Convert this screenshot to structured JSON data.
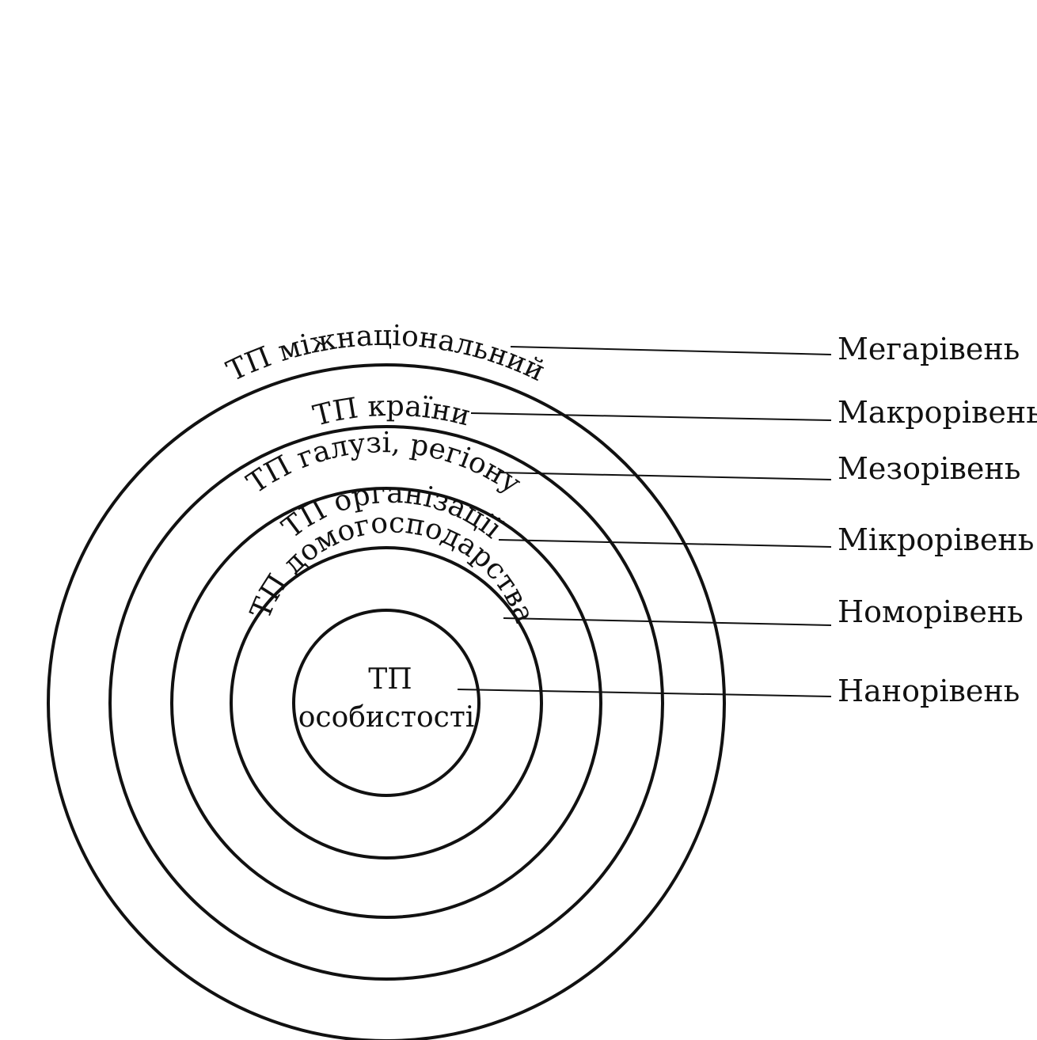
{
  "rings": [
    {
      "label": "ТП міжнаціональний"
    },
    {
      "label": "ТП країни"
    },
    {
      "label": "ТП галузі, регіону"
    },
    {
      "label": "ТП організації"
    },
    {
      "label": "ТП домогосподарства"
    }
  ],
  "center": {
    "line1": "ТП",
    "line2": "особистості"
  },
  "levels": [
    {
      "label": "Мегарівень"
    },
    {
      "label": "Макрорівень"
    },
    {
      "label": "Мезорівень"
    },
    {
      "label": "Мікрорівень"
    },
    {
      "label": "Номорівень"
    },
    {
      "label": "Нанорівень"
    }
  ]
}
